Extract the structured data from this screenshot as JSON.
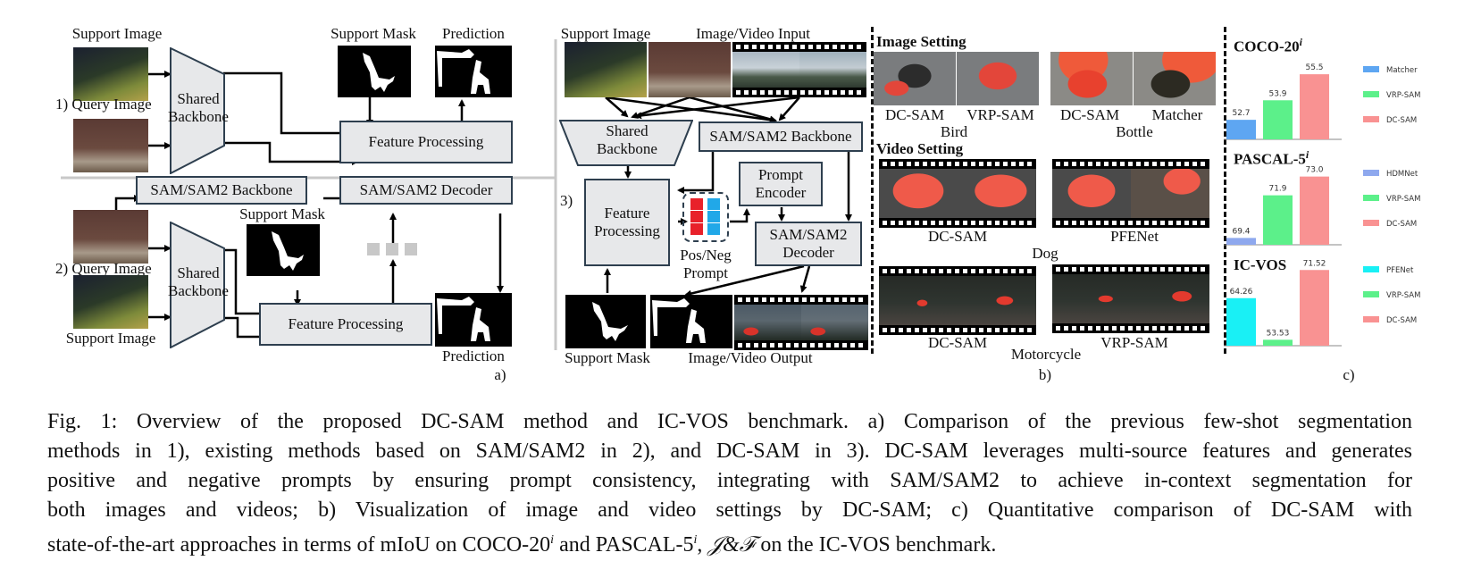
{
  "panel_a": {
    "sub1": {
      "support_image_label": "Support Image",
      "query_image_label": "1) Query Image",
      "shared_backbone": "Shared Backbone",
      "support_mask_label": "Support Mask",
      "prediction_label": "Prediction",
      "feature_processing": "Feature Processing"
    },
    "sub2": {
      "sam_backbone": "SAM/SAM2 Backbone",
      "sam_decoder": "SAM/SAM2 Decoder",
      "support_mask_label": "Support Mask",
      "query_image_label": "2) Query Image",
      "shared_backbone": "Shared Backbone",
      "feature_processing": "Feature Processing",
      "support_image_label": "Support Image",
      "prediction_label": "Prediction"
    },
    "sub3": {
      "index": "3)",
      "support_image_label": "Support Image",
      "input_label": "Image/Video Input",
      "shared_backbone": "Shared Backbone",
      "sam_backbone": "SAM/SAM2 Backbone",
      "prompt_encoder": "Prompt Encoder",
      "feature_processing": "Feature Processing",
      "pos_neg_prompt": "Pos/Neg Prompt",
      "sam_decoder": "SAM/SAM2 Decoder",
      "support_mask_label": "Support Mask",
      "output_label": "Image/Video Output"
    },
    "panel_label": "a)"
  },
  "panel_b": {
    "image_setting_title": "Image Setting",
    "video_setting_title": "Video Setting",
    "image_examples": [
      {
        "category": "Bird",
        "methods": [
          "DC-SAM",
          "VRP-SAM"
        ]
      },
      {
        "category": "Bottle",
        "methods": [
          "DC-SAM",
          "Matcher"
        ]
      }
    ],
    "video_examples": [
      {
        "category": "Dog",
        "methods": [
          "DC-SAM",
          "PFENet"
        ]
      },
      {
        "category": "Motorcycle",
        "methods": [
          "DC-SAM",
          "VRP-SAM"
        ]
      }
    ],
    "panel_label": "b)"
  },
  "panel_c": {
    "panel_label": "c)"
  },
  "colors": {
    "matcher": "#5ea6f2",
    "hdmnet": "#8ea8ee",
    "pfenet": "#19f0f5",
    "vrp_sam": "#5cf08a",
    "dc_sam": "#f99292",
    "box_fill": "#e7e8ea",
    "box_border": "#2e3f4f",
    "pos_prompt": "#e8212a",
    "neg_prompt": "#21a8e8"
  },
  "chart_data": [
    {
      "type": "bar",
      "title": "COCO-20^i",
      "categories": [
        "Matcher",
        "VRP-SAM",
        "DC-SAM"
      ],
      "values": [
        52.7,
        53.9,
        55.5
      ],
      "value_labels": [
        "52.7",
        "53.9",
        "55.5"
      ],
      "legend": [
        "Matcher",
        "VRP-SAM",
        "DC-SAM"
      ],
      "legend_position": "right",
      "xlabel": "",
      "ylabel": "",
      "metric": "mIoU",
      "ylim": [
        51.5,
        56.0
      ],
      "grid": false
    },
    {
      "type": "bar",
      "title": "PASCAL-5^i",
      "categories": [
        "HDMNet",
        "VRP-SAM",
        "DC-SAM"
      ],
      "values": [
        69.4,
        71.9,
        73.0
      ],
      "value_labels": [
        "69.4",
        "71.9",
        "73.0"
      ],
      "legend": [
        "HDMNet",
        "VRP-SAM",
        "DC-SAM"
      ],
      "legend_position": "right",
      "xlabel": "",
      "ylabel": "",
      "metric": "mIoU",
      "ylim": [
        69.0,
        73.4
      ],
      "grid": false
    },
    {
      "type": "bar",
      "title": "IC-VOS",
      "categories": [
        "PFENet",
        "VRP-SAM",
        "DC-SAM"
      ],
      "values": [
        64.26,
        53.53,
        71.52
      ],
      "value_labels": [
        "64.26",
        "53.53",
        "71.52"
      ],
      "legend": [
        "PFENet",
        "VRP-SAM",
        "DC-SAM"
      ],
      "legend_position": "right",
      "xlabel": "",
      "ylabel": "",
      "metric": "J&F",
      "ylim": [
        52.0,
        72.5
      ],
      "grid": false
    }
  ],
  "caption": {
    "lines": [
      "Fig. 1: Overview of the proposed DC-SAM method and IC-VOS benchmark. a) Comparison of the previous few-shot segmentation",
      "methods in 1), existing methods based on SAM/SAM2 in 2), and DC-SAM in 3). DC-SAM leverages multi-source features and generates",
      "positive and negative prompts by ensuring prompt consistency, integrating with SAM/SAM2 to achieve in-context segmentation for",
      "both images and videos; b) Visualization of image and video settings by DC-SAM; c) Quantitative comparison of DC-SAM with"
    ],
    "last_line_parts": {
      "a": "state-of-the-art approaches in terms of mIoU on COCO-20",
      "sup1": "i",
      "b": " and PASCAL-5",
      "sup2": "i",
      "c": ", ",
      "jf": "𝒥&ℱ",
      "d": " on the IC-VOS benchmark."
    }
  }
}
